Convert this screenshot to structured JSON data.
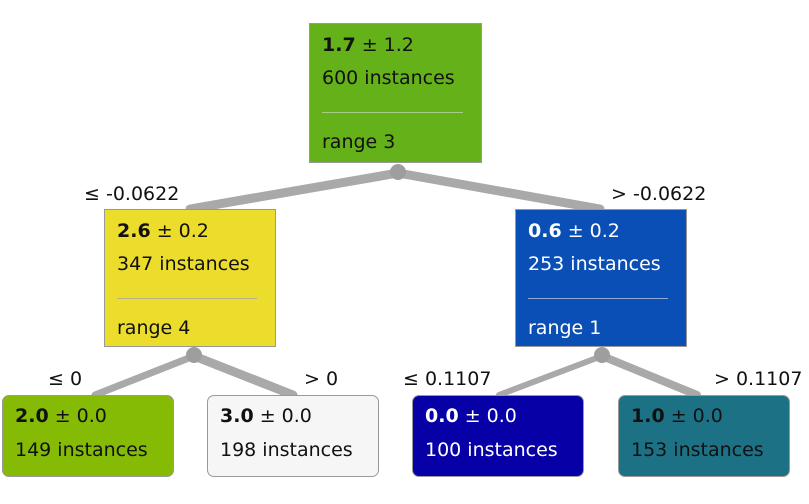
{
  "colors": {
    "edge": "#a9a9a9",
    "joint": "#9e9e9e"
  },
  "root": {
    "mean": "1.7",
    "pm": "± 1.2",
    "instances": "600 instances",
    "split": "range 3",
    "fill": "#64b119",
    "text_color": "#111111",
    "sep_color": "#a7cc86"
  },
  "left": {
    "edge_label": "≤ -0.0622",
    "mean": "2.6",
    "pm": "± 0.2",
    "instances": "347 instances",
    "split": "range 4",
    "fill": "#ecdc2c",
    "text_color": "#111111",
    "sep_color": "#b9b08a"
  },
  "right": {
    "edge_label": "> -0.0622",
    "mean": "0.6",
    "pm": "± 0.2",
    "instances": "253 instances",
    "split": "range 1",
    "fill": "#0a4fb5",
    "text_color": "#ffffff",
    "sep_color": "#8faad8"
  },
  "leaf_ll": {
    "edge_label": "≤ 0",
    "mean": "2.0",
    "pm": "± 0.0",
    "instances": "149 instances",
    "fill": "#85ba05",
    "text_color": "#111111"
  },
  "leaf_lr": {
    "edge_label": "> 0",
    "mean": "3.0",
    "pm": "± 0.0",
    "instances": "198 instances",
    "fill": "#f6f6f6",
    "text_color": "#111111"
  },
  "leaf_rl": {
    "edge_label": "≤ 0.1107",
    "mean": "0.0",
    "pm": "± 0.0",
    "instances": "100 instances",
    "fill": "#0600a6",
    "text_color": "#ffffff"
  },
  "leaf_rr": {
    "edge_label": "> 0.1107",
    "mean": "1.0",
    "pm": "± 0.0",
    "instances": "153 instances",
    "fill": "#1c7284",
    "text_color": "#111111"
  }
}
